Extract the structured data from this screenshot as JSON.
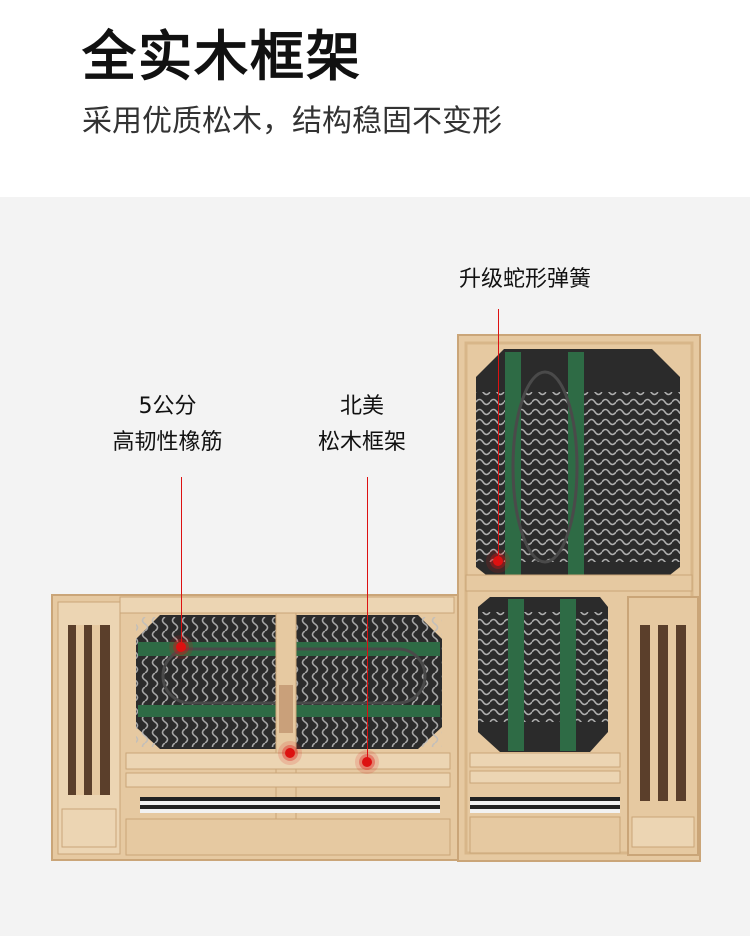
{
  "header": {
    "title": "全实木框架",
    "subtitle": "采用优质松木，结构稳固不变形"
  },
  "callouts": {
    "spring": "升级蛇形弹簧",
    "elastic_line1": "5公分",
    "elastic_line2": "高韧性橡筋",
    "frame_line1": "北美",
    "frame_line2": "松木框架"
  },
  "colors": {
    "wood": "#e6c9a1",
    "wood_dark": "#caa578",
    "panel": "#2b2b2b",
    "spring": "#bdbdbd",
    "strap": "#2e6b45",
    "accent": "#dd1111",
    "stage_bg": "#f3f3f3"
  }
}
